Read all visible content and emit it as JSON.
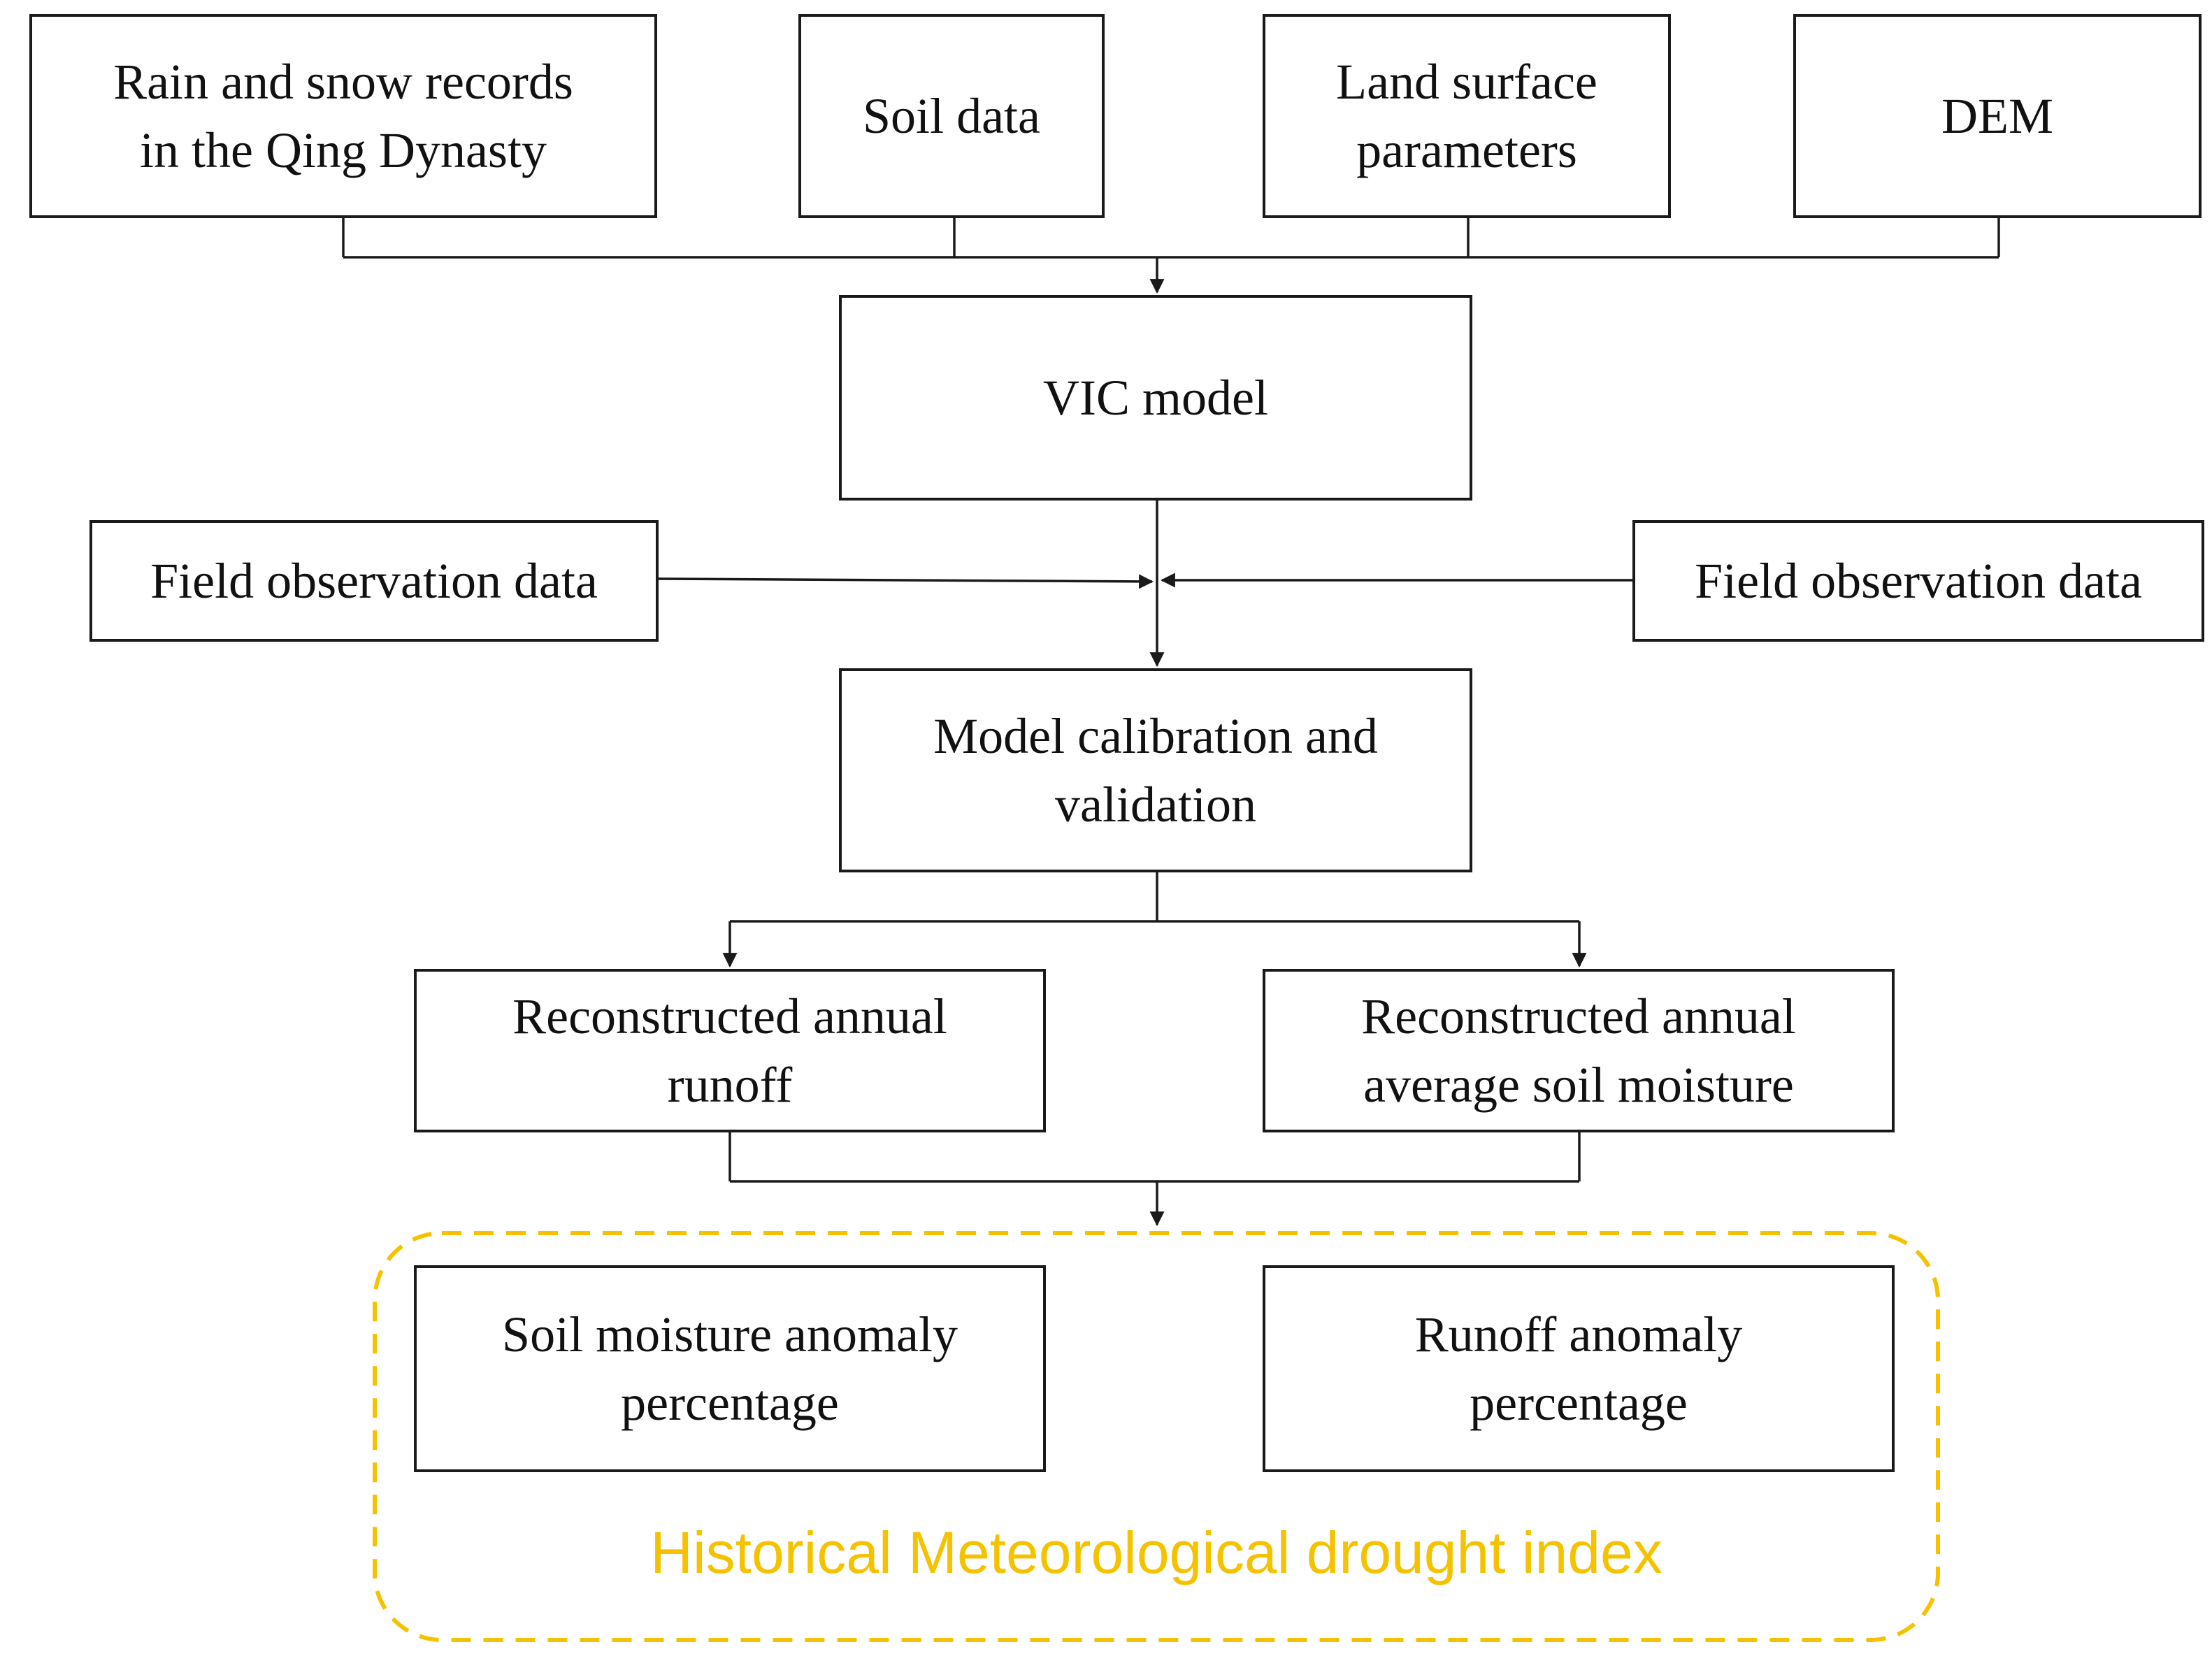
{
  "colors": {
    "line": "#1a1a1a",
    "group_border": "#f5c200",
    "group_label": "#f5c200"
  },
  "inputs": {
    "rain_snow": [
      "Rain and snow records",
      "in the Qing Dynasty"
    ],
    "soil": [
      "Soil data"
    ],
    "land_surface": [
      "Land surface",
      "parameters"
    ],
    "dem": [
      "DEM"
    ]
  },
  "model": {
    "vic": [
      "VIC model"
    ],
    "calibration": [
      "Model calibration and",
      "validation"
    ]
  },
  "observations": {
    "left": [
      "Field observation data"
    ],
    "right": [
      "Field observation data"
    ]
  },
  "outputs": {
    "runoff": [
      "Reconstructed annual",
      "runoff"
    ],
    "soil_moisture": [
      "Reconstructed annual",
      "average soil moisture"
    ]
  },
  "drought_group": {
    "label": "Historical Meteorological drought index",
    "soil_anomaly": [
      "Soil moisture anomaly",
      "percentage"
    ],
    "runoff_anomaly": [
      "Runoff anomaly",
      "percentage"
    ]
  }
}
